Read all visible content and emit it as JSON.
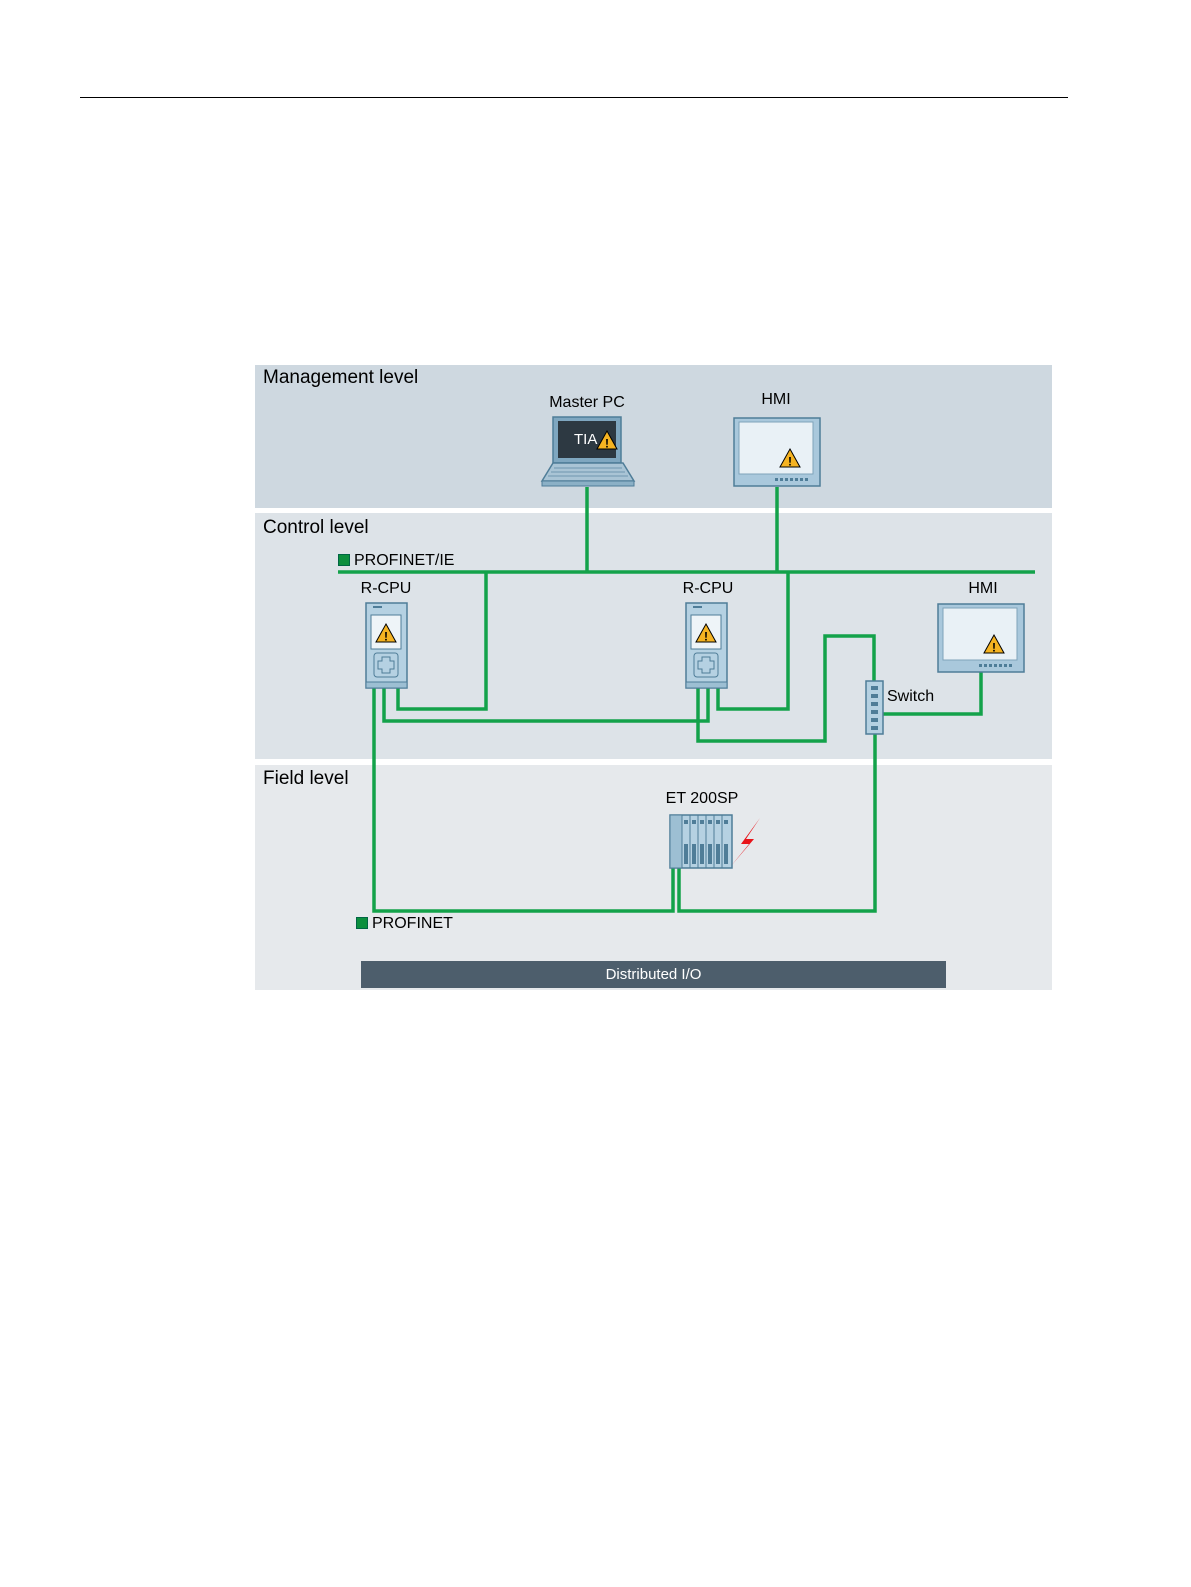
{
  "levels": {
    "management": "Management level",
    "control": "Control level",
    "field": "Field level"
  },
  "devices": {
    "master_pc": "Master PC",
    "master_pc_screen": "TIA",
    "hmi_top": "HMI",
    "rcpu_left": "R-CPU",
    "rcpu_right": "R-CPU",
    "hmi_right": "HMI",
    "switch": "Switch",
    "et200sp": "ET 200SP"
  },
  "networks": {
    "profinet_ie": "PROFINET/IE",
    "profinet": "PROFINET"
  },
  "footer_bar": "Distributed I/O",
  "colors": {
    "network_line": "#13a24a",
    "management_bg": "#ced8e0",
    "control_bg": "#dde3e8",
    "field_bg": "#e6e9ec",
    "warning": "#f5b321",
    "fault": "#e8141a"
  }
}
